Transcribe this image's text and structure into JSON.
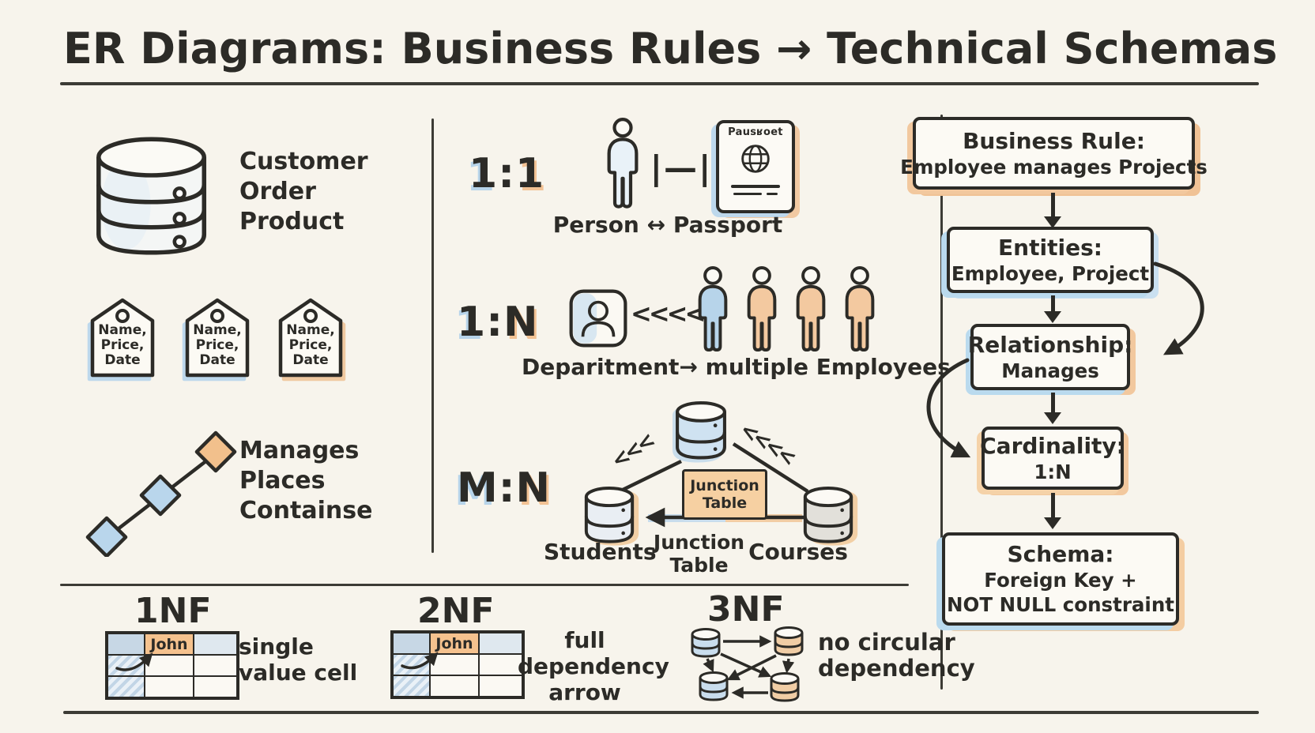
{
  "title": "ER Diagrams: Business Rules → Technical Schemas",
  "left_panel": {
    "db_labels": [
      "Customer",
      "Order",
      "Product"
    ],
    "tags": [
      [
        "Name,",
        "Price,",
        "Date"
      ],
      [
        "Name,",
        "Price,",
        "Date"
      ],
      [
        "Name,",
        "Price,",
        "Date"
      ]
    ],
    "relationship_labels": [
      "Manages",
      "Places",
      "Containse"
    ]
  },
  "rows": {
    "one": {
      "a": "1",
      "sep": ":",
      "b": "1",
      "link_symbol": "|—|",
      "passport_title": "Pausʁoet",
      "caption": "Person ↔ Passport"
    },
    "many": {
      "a": "1",
      "sep": ":",
      "b": "N",
      "chevrons": "<<<<",
      "caption": "Deparitment→ multiple Employees"
    },
    "mn": {
      "a": "M",
      "sep": ":",
      "b": "N",
      "chevrons_left": "<<<",
      "chevrons_right": "<<<<",
      "junction": [
        "Junction",
        "Table"
      ],
      "caption_left": "Students",
      "caption_mid": [
        "Junction",
        "Table"
      ],
      "caption_right": "Courses"
    }
  },
  "flowchart": {
    "boxes": [
      {
        "lines": [
          "Business Rule:",
          "Employee manages Projects"
        ]
      },
      {
        "lines": [
          "Entities:",
          "Employee, Project"
        ]
      },
      {
        "lines": [
          "Relationship:",
          "Manages"
        ]
      },
      {
        "lines": [
          "Cardinality:",
          "1:N"
        ]
      },
      {
        "lines": [
          "Schema:",
          "Foreign Key +",
          "NOT NULL constraint"
        ]
      }
    ]
  },
  "normal_forms": [
    {
      "heading": "1NF",
      "cell": "John",
      "caption": [
        "single",
        "value cell"
      ]
    },
    {
      "heading": "2NF",
      "cell": "John",
      "caption": [
        "full",
        "dependency",
        "arrow"
      ]
    },
    {
      "heading": "3NF",
      "caption": [
        "no circular",
        "dependency"
      ]
    }
  ],
  "colors": {
    "ink": "#2c2b27",
    "blue": "#aecde9",
    "orange": "#f2c493",
    "paper": "#f7f4ec"
  }
}
